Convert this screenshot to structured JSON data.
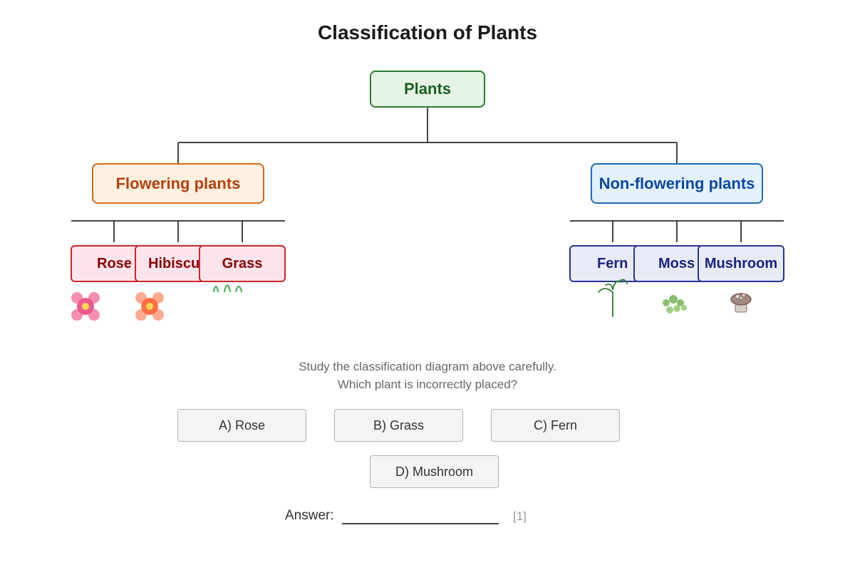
{
  "title": "Classification of Plants",
  "root": {
    "label": "Plants"
  },
  "categories": {
    "flowering": {
      "label": "Flowering plants",
      "items": [
        {
          "label": "Rose",
          "icon": "pink-flower-icon"
        },
        {
          "label": "Hibiscus",
          "icon": "orange-flower-icon"
        },
        {
          "label": "Grass",
          "icon": "grass-icon"
        }
      ]
    },
    "non_flowering": {
      "label": "Non-flowering plants",
      "items": [
        {
          "label": "Fern",
          "icon": "fern-icon"
        },
        {
          "label": "Moss",
          "icon": "moss-icon"
        },
        {
          "label": "Mushroom",
          "icon": "mushroom-icon"
        }
      ]
    }
  },
  "question": {
    "line1": "Study the classification diagram above carefully.",
    "line2": "Which plant is incorrectly placed?"
  },
  "options": [
    {
      "label": "A) Rose"
    },
    {
      "label": "B) Grass"
    },
    {
      "label": "C) Fern"
    },
    {
      "label": "D) Mushroom"
    }
  ],
  "answer": {
    "label": "Answer:",
    "marks": "[1]"
  },
  "colors": {
    "root": "#2e7d32",
    "flowering": "#d06a1e",
    "non_flowering": "#1e6bb5",
    "flowering_leaf": "#c62828",
    "non_flowering_leaf": "#283593"
  }
}
